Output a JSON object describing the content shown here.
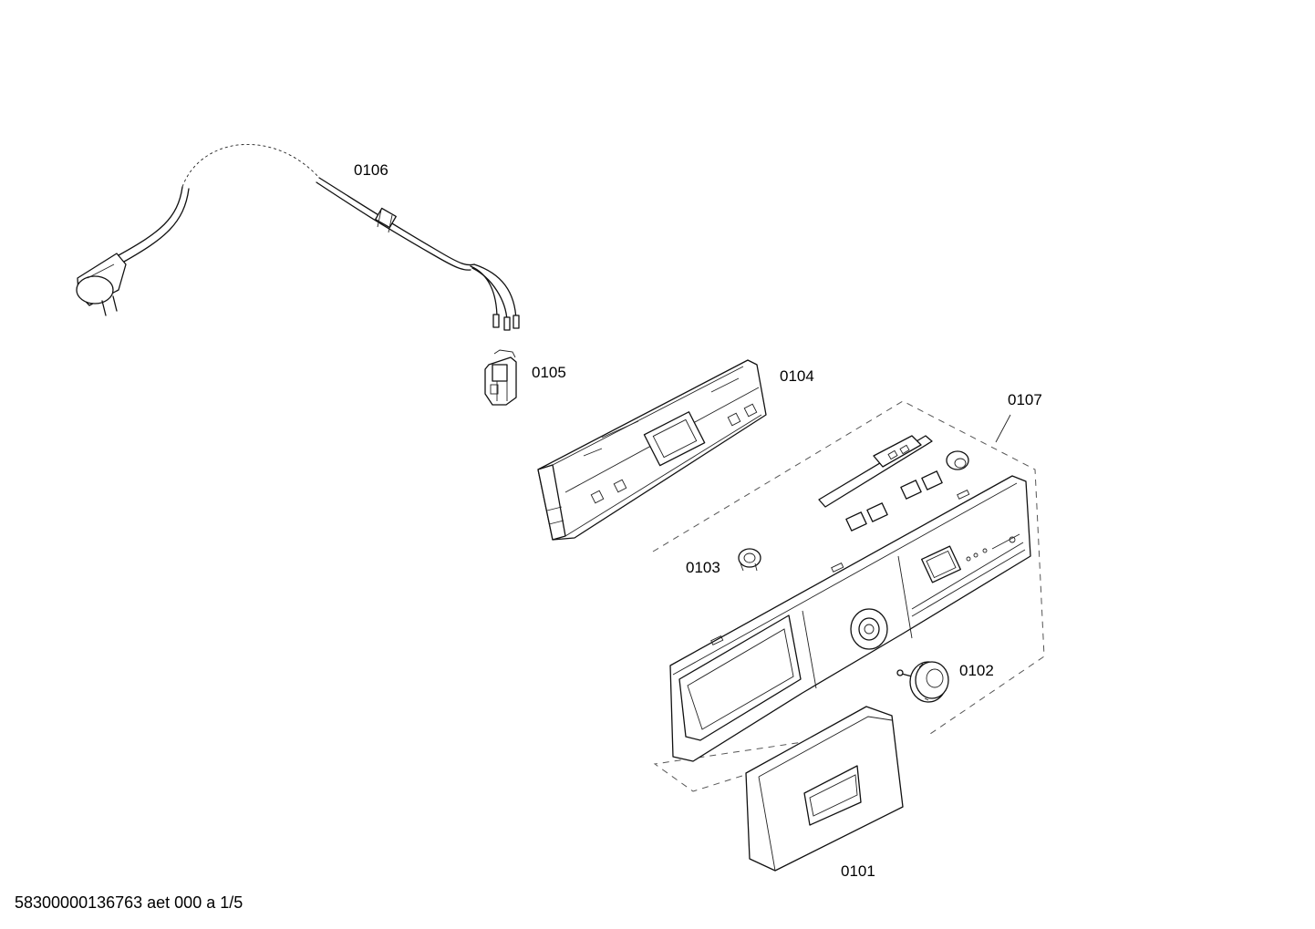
{
  "drawing": {
    "parts": [
      {
        "id": "0101",
        "label": "0101"
      },
      {
        "id": "0102",
        "label": "0102"
      },
      {
        "id": "0103",
        "label": "0103"
      },
      {
        "id": "0104",
        "label": "0104"
      },
      {
        "id": "0105",
        "label": "0105"
      },
      {
        "id": "0106",
        "label": "0106"
      },
      {
        "id": "0107",
        "label": "0107"
      }
    ],
    "footer": "58300000136763 aet 000 a 1/5"
  }
}
